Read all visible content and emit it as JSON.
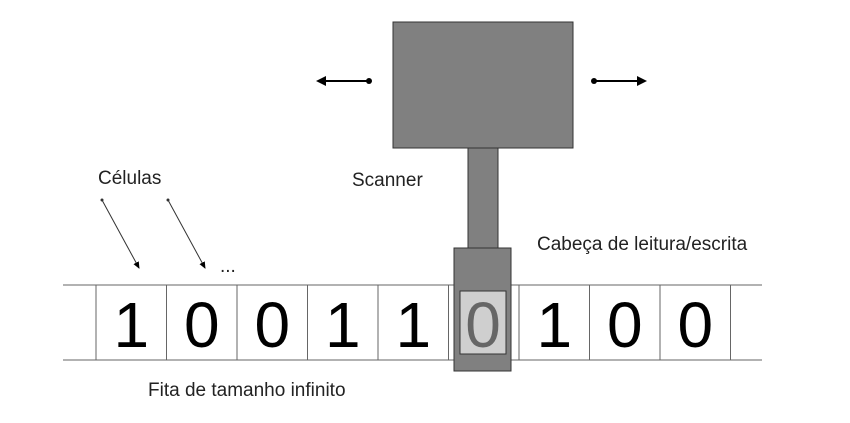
{
  "labels": {
    "cells": "Células",
    "ellipsis": "...",
    "scanner": "Scanner",
    "head": "Cabeça de leitura/escrita",
    "tape": "Fita de tamanho infinito"
  },
  "tape": {
    "symbols": [
      "1",
      "0",
      "0",
      "1",
      "1",
      "0",
      "1",
      "0",
      "0"
    ],
    "head_index": 5
  },
  "colors": {
    "machine": "#808080",
    "head_window": "#cfcfcf",
    "head_digit": "#666666",
    "line": "#555555"
  }
}
